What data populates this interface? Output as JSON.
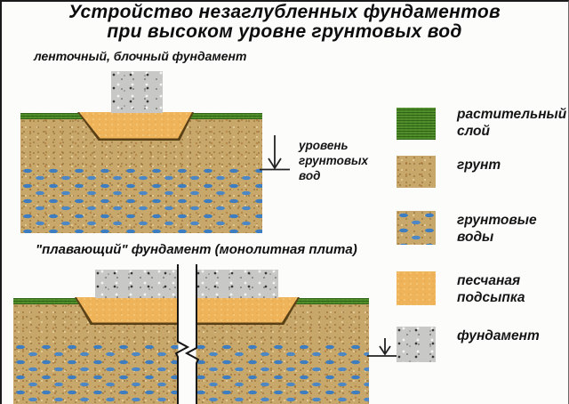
{
  "title": {
    "line1": "Устройство незаглубленных фундаментов",
    "line2": "при высоком уровне грунтовых вод"
  },
  "diagram1": {
    "caption": "ленточный, блочный фундамент",
    "water_level_label": "уровень\nгрунтовых\nвод"
  },
  "diagram2": {
    "caption": "\"плавающий\" фундамент (монолитная плита)"
  },
  "legend": {
    "items": [
      {
        "key": "vegetation-layer",
        "label": "растительный\nслой"
      },
      {
        "key": "soil",
        "label": "грунт"
      },
      {
        "key": "groundwater",
        "label": "грунтовые\nводы"
      },
      {
        "key": "sand-bedding",
        "label": "песчаная\nподсыпка"
      },
      {
        "key": "foundation",
        "label": "фундамент"
      }
    ]
  },
  "colors": {
    "soil": "#c7a76a",
    "vegetation": "#4e8b28",
    "sand": "#efb45a",
    "concrete": "#c8c8c6",
    "groundwater": "#3e7dc0",
    "sand_outline": "#5a4016"
  }
}
